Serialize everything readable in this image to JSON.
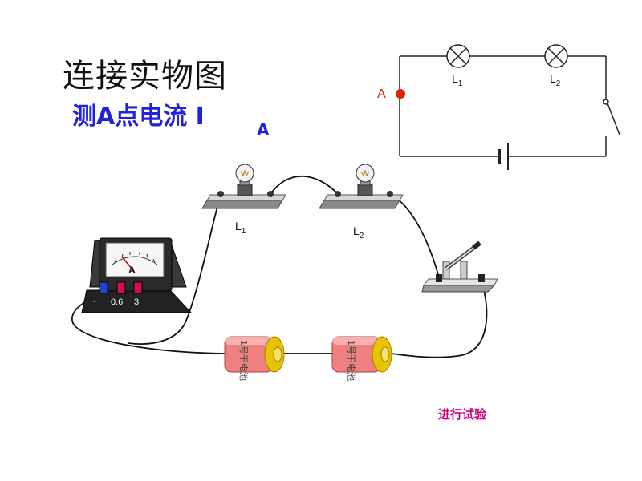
{
  "heading": {
    "title": "连接实物图",
    "subtitle_main": "测A点电流 I",
    "subtitle_sub": "A"
  },
  "schematic": {
    "point_label": "A",
    "lamp1": {
      "base": "L",
      "sub": "1"
    },
    "lamp2": {
      "base": "L",
      "sub": "2"
    }
  },
  "circuit": {
    "lamp1": {
      "base": "L",
      "sub": "1"
    },
    "lamp2": {
      "base": "L",
      "sub": "2"
    },
    "ammeter": {
      "dial_letter": "A",
      "terminals": [
        "-",
        "0.6",
        "3"
      ]
    },
    "battery_text": "1号干电池"
  },
  "action_label": "进行试验",
  "colors": {
    "title": "#111111",
    "subtitle": "#2222dd",
    "point_marker": "#dd2200",
    "action": "#cc0077",
    "battery_body": "#ee8080",
    "battery_cap": "#e8c400"
  }
}
